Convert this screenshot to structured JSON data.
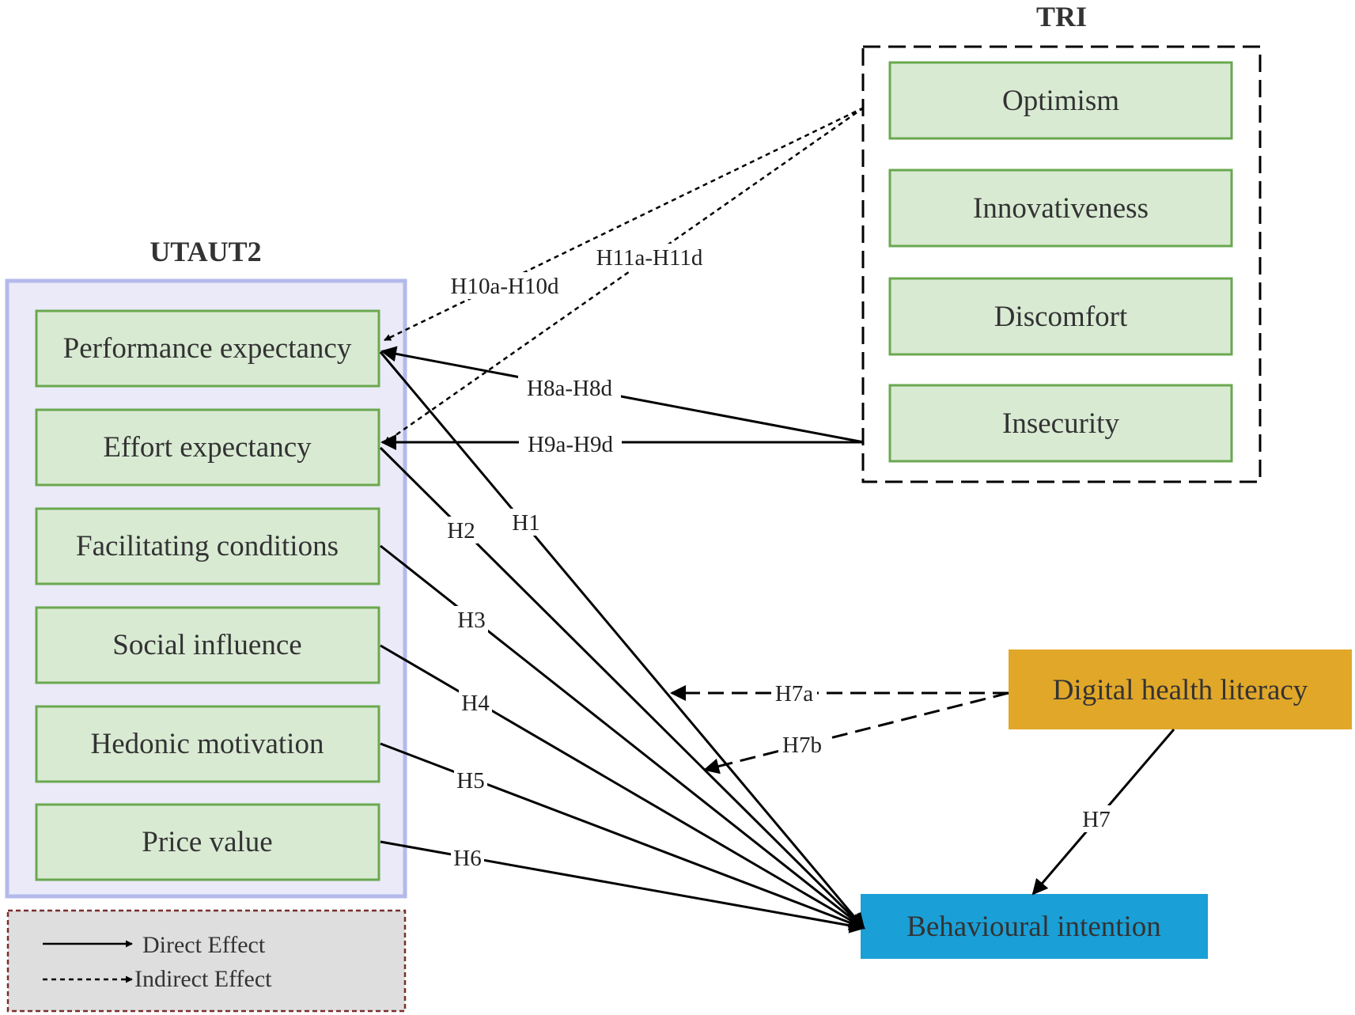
{
  "groups": {
    "utaut2": {
      "title": "UTAUT2",
      "constructs": [
        "Performance expectancy",
        "Effort expectancy",
        "Facilitating conditions",
        "Social influence",
        "Hedonic motivation",
        "Price value"
      ]
    },
    "tri": {
      "title": "TRI",
      "constructs": [
        "Optimism",
        "Innovativeness",
        "Discomfort",
        "Insecurity"
      ]
    }
  },
  "moderator": {
    "label": "Digital health literacy"
  },
  "outcome": {
    "label": "Behavioural intention"
  },
  "hypotheses": {
    "h1": "H1",
    "h2": "H2",
    "h3": "H3",
    "h4": "H4",
    "h5": "H5",
    "h6": "H6",
    "h7": "H7",
    "h7a": "H7a",
    "h7b": "H7b",
    "h8": "H8a-H8d",
    "h9": "H9a-H9d",
    "h10": "H10a-H10d",
    "h11": "H11a-H11d"
  },
  "legend": {
    "direct": "Direct Effect",
    "indirect": "Indirect Effect"
  },
  "colors": {
    "construct_fill": "#d9ead3",
    "construct_border": "#6aa84f",
    "utaut_fill": "#eaeaf8",
    "utaut_border": "#b4b9ec",
    "moderator_fill": "#e1a729",
    "outcome_fill": "#1a9fd6",
    "legend_fill": "#dedede",
    "legend_border": "#7a2e2e",
    "line": "#000000"
  }
}
